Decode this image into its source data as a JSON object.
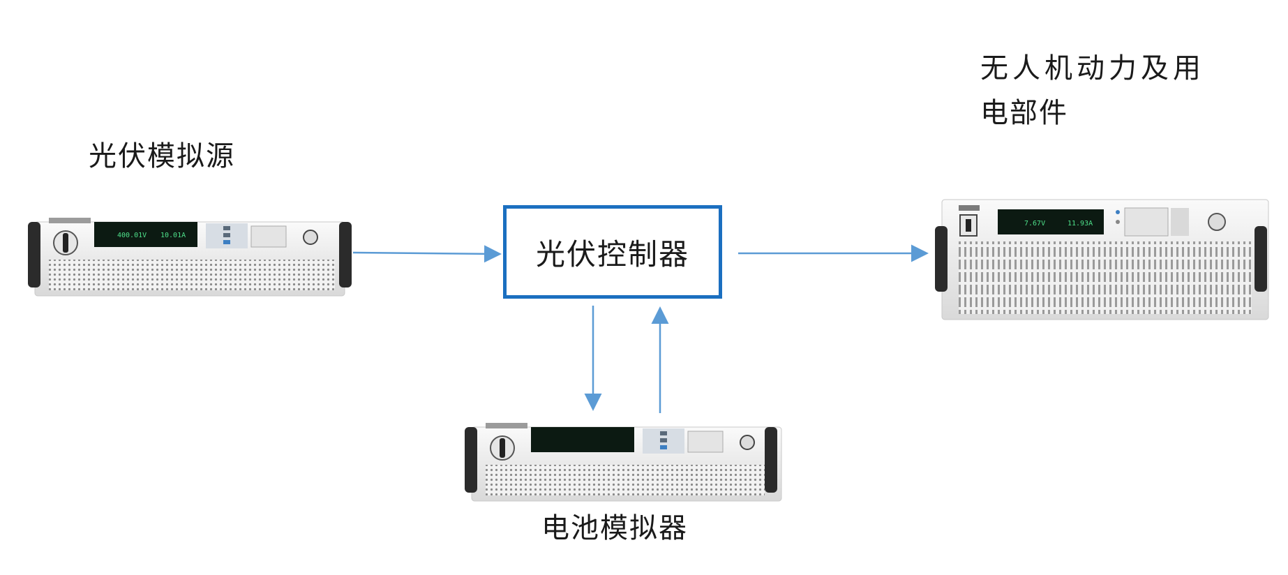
{
  "labels": {
    "pv_source": "光伏模拟源",
    "pv_controller": "光伏控制器",
    "battery_simulator": "电池模拟器",
    "drone_parts_line1": "无人机动力及用",
    "drone_parts_line2": "电部件"
  },
  "instruments": {
    "source_readout_voltage": "400.01V",
    "source_readout_current": "10.01A",
    "load_readout_voltage": "7.67V",
    "load_readout_current": "11.93A"
  },
  "colors": {
    "arrow": "#5b9bd5",
    "controller_border": "#1b6fc0",
    "display_bg": "#0c1a12",
    "display_text": "#4ee08a"
  }
}
